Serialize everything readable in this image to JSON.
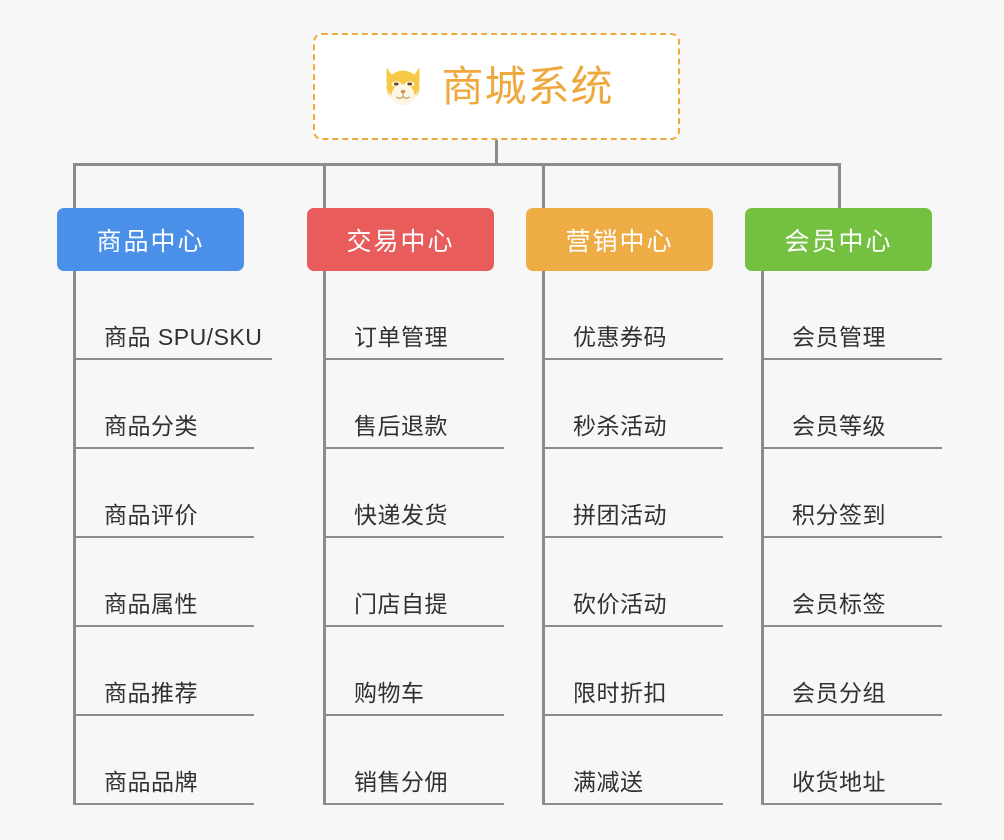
{
  "diagram": {
    "type": "mind-map",
    "background_color": "#f7f7f7",
    "root": {
      "title": "商城系统",
      "icon": "shiba-dog-face-icon",
      "text_color": "#efa83c",
      "border_color": "#efa83c",
      "border_style": "dashed"
    },
    "connector_color": "#8c8c8c",
    "branches": [
      {
        "label": "商品中心",
        "color": "#4a90e8",
        "items": [
          "商品 SPU/SKU",
          "商品分类",
          "商品评价",
          "商品属性",
          "商品推荐",
          "商品品牌"
        ]
      },
      {
        "label": "交易中心",
        "color": "#e85c5c",
        "items": [
          "订单管理",
          "售后退款",
          "快递发货",
          "门店自提",
          "购物车",
          "销售分佣"
        ]
      },
      {
        "label": "营销中心",
        "color": "#eeac45",
        "items": [
          "优惠券码",
          "秒杀活动",
          "拼团活动",
          "砍价活动",
          "限时折扣",
          "满减送"
        ]
      },
      {
        "label": "会员中心",
        "color": "#74c040",
        "items": [
          "会员管理",
          "会员等级",
          "积分签到",
          "会员标签",
          "会员分组",
          "收货地址"
        ]
      }
    ]
  }
}
